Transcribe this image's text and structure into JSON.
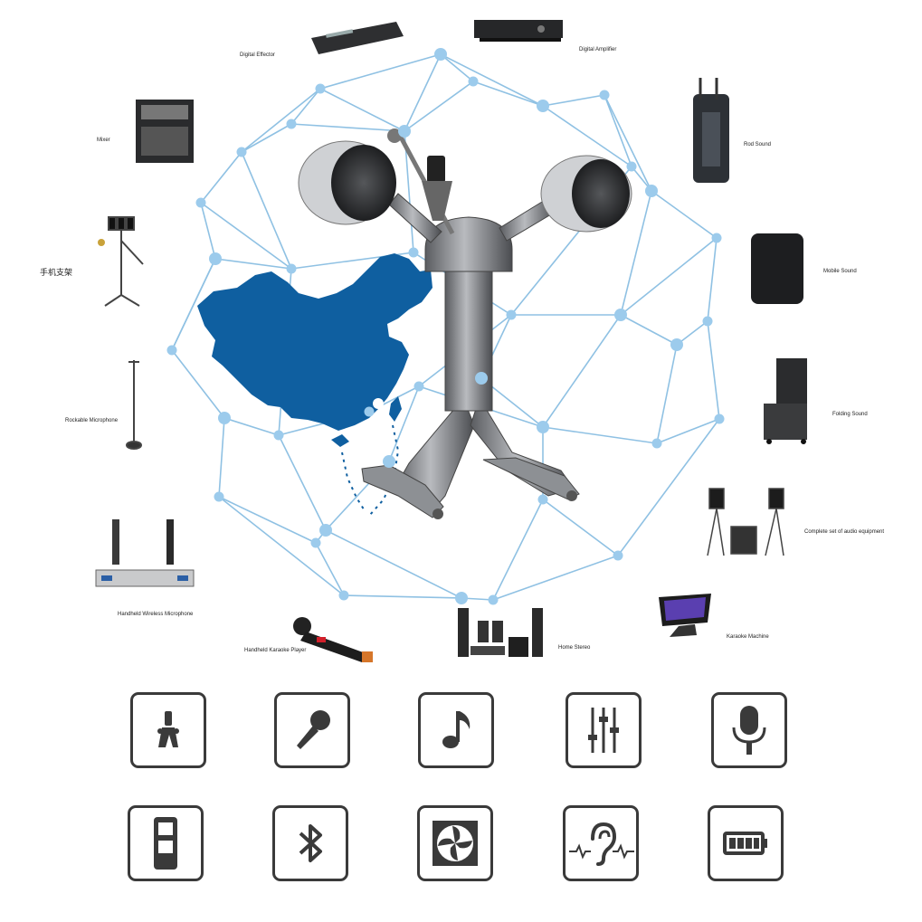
{
  "accent_colors": {
    "network_line": "#8fc1e3",
    "network_node": "#9ccbec",
    "map_fill": "#0f5fa0",
    "icon_stroke": "#3a3a3a"
  },
  "device_labels": {
    "digital_effector": "Digital Effector",
    "digital_amplifier": "Digital Amplifier",
    "mixer": "Mixer",
    "rod_sound": "Rod Sound",
    "phone_stand": "手机支架",
    "mobile_sound": "Mobile Sound",
    "rockable_microphone": "Rockable Microphone",
    "folding_sound": "Folding Sound",
    "complete_set": "Complete set of audio equipment",
    "handheld_wireless_microphone": "Handheld Wireless Microphone",
    "handheld_karaoke_player": "Handheld Karaoke Player",
    "home_stereo": "Home Stereo",
    "karaoke_machine": "Karaoke Machine"
  },
  "feature_icons": [
    "tripod-stand-icon",
    "handheld-microphone-icon",
    "music-note-icon",
    "equalizer-sliders-icon",
    "studio-microphone-icon",
    "remote-control-icon",
    "bluetooth-icon",
    "cooling-fan-icon",
    "hearing-ear-icon",
    "battery-icon"
  ]
}
